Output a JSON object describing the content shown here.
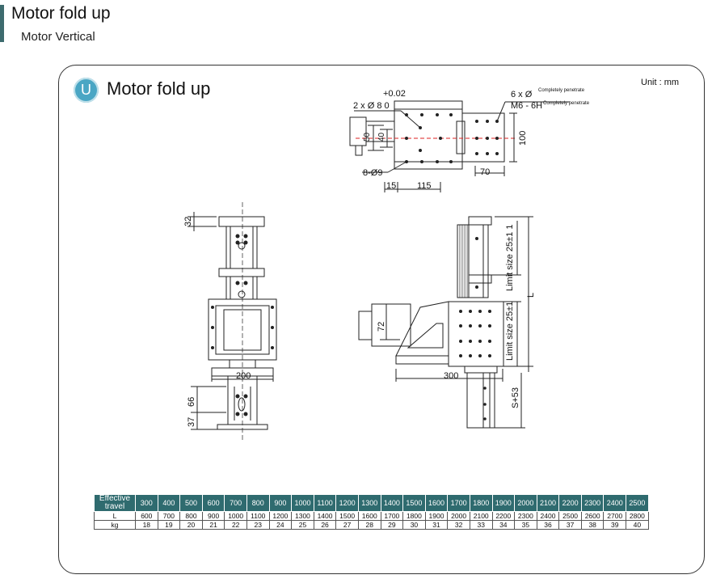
{
  "header": {
    "title": "Motor fold up",
    "subtitle": "Motor Vertical"
  },
  "panel": {
    "badge": "U",
    "title": "Motor fold up",
    "unit": "Unit : mm"
  },
  "top_view": {
    "tol": "+0.02",
    "hole_dim": "2 x Ø 8  0",
    "tap_holes": "6 x Ø",
    "tap_note_1": "Completely penetrate",
    "tap_thread": "M6 - 6H",
    "tap_note_2": "Completely penetrate",
    "dim_50": "50",
    "dim_40": "40",
    "dim_100": "100",
    "bolt_holes": "8-Ø9",
    "dim_70": "70",
    "dim_15": "15",
    "dim_115": "115"
  },
  "front_view": {
    "dim_32": "32",
    "dim_200": "200",
    "dim_66": "66",
    "dim_37": "37"
  },
  "side_view": {
    "limit_1": "Limit size 25±1 1",
    "limit_2": "Limit size 25±1",
    "dim_L": "L",
    "dim_72": "72",
    "dim_300": "300",
    "dim_s53": "S+53"
  },
  "table": {
    "row_labels": [
      "Effective travel",
      "L",
      "kg"
    ],
    "travel": [
      "300",
      "400",
      "500",
      "600",
      "700",
      "800",
      "900",
      "1000",
      "1100",
      "1200",
      "1300",
      "1400",
      "1500",
      "1600",
      "1700",
      "1800",
      "1900",
      "2000",
      "2100",
      "2200",
      "2300",
      "2400",
      "2500"
    ],
    "L": [
      "600",
      "700",
      "800",
      "900",
      "1000",
      "1100",
      "1200",
      "1300",
      "1400",
      "1500",
      "1600",
      "1700",
      "1800",
      "1900",
      "2000",
      "2100",
      "2200",
      "2300",
      "2400",
      "2500",
      "2600",
      "2700",
      "2800"
    ],
    "kg": [
      "18",
      "19",
      "20",
      "21",
      "22",
      "23",
      "24",
      "25",
      "26",
      "27",
      "28",
      "29",
      "30",
      "31",
      "32",
      "33",
      "34",
      "35",
      "36",
      "37",
      "38",
      "39",
      "40"
    ]
  }
}
